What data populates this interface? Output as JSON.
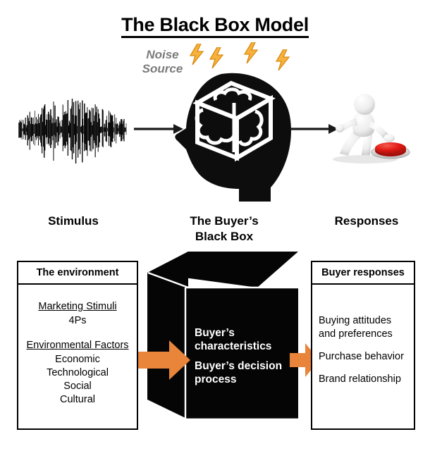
{
  "title": "The Black Box Model",
  "noise": {
    "label_line1": "Noise",
    "label_line2": "Source",
    "bolt_icon": "lightning-bolt-icon",
    "bolt_count": 4,
    "text_color": "#7b7b7b",
    "bolt_color": "#f5a623"
  },
  "flow": {
    "stimulus_label": "Stimulus",
    "blackbox_label_line1": "The Buyer’s",
    "blackbox_label_line2": "Black Box",
    "responses_label": "Responses",
    "waveform_icon": "noise-waveform-icon",
    "head_icon": "head-with-black-box-brain-icon",
    "responder_icon": "person-pressing-red-button-icon",
    "arrow_icon": "right-arrow-icon",
    "arrow_color": "#1a1a1a",
    "button_color": "#d61f1f"
  },
  "environment_panel": {
    "header": "The environment",
    "groups": [
      {
        "title": "Marketing Stimuli",
        "items": [
          "4Ps"
        ]
      },
      {
        "title": "Environmental Factors",
        "items": [
          "Economic",
          "Technological",
          "Social",
          "Cultural"
        ]
      }
    ]
  },
  "black_box": {
    "lines": [
      "Buyer’s characteristics",
      "Buyer’s decision process"
    ],
    "fill_color": "#000000",
    "edge_color": "#ffffff",
    "text_color": "#ffffff"
  },
  "responses_panel": {
    "header": "Buyer responses",
    "items": [
      "Buying attitudes and preferences",
      "Purchase behavior",
      "Brand relationship"
    ]
  },
  "orange_arrows": {
    "color": "#e8853a",
    "left_icon": "orange-right-arrow-icon",
    "right_icon": "orange-right-arrow-icon"
  }
}
